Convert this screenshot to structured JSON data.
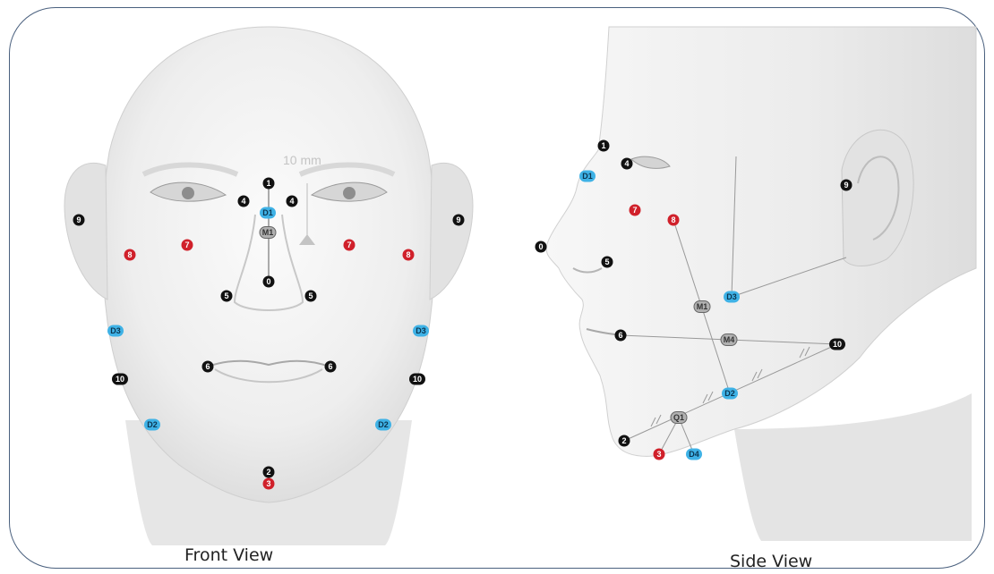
{
  "captions": {
    "front": "Front View",
    "side": "Side View"
  },
  "scale_label": "10 mm",
  "colors": {
    "anatomical": "#111111",
    "soft": "#d0202a",
    "distance": "#3fb2e6",
    "midpoint": "#b0b0b0",
    "frame": "#4a607e"
  },
  "front_landmarks": [
    {
      "label": "1",
      "kind": "anatomical"
    },
    {
      "label": "4",
      "kind": "anatomical"
    },
    {
      "label": "4",
      "kind": "anatomical"
    },
    {
      "label": "D1",
      "kind": "distance"
    },
    {
      "label": "M1",
      "kind": "midpoint"
    },
    {
      "label": "9",
      "kind": "anatomical"
    },
    {
      "label": "9",
      "kind": "anatomical"
    },
    {
      "label": "8",
      "kind": "soft"
    },
    {
      "label": "7",
      "kind": "soft"
    },
    {
      "label": "7",
      "kind": "soft"
    },
    {
      "label": "8",
      "kind": "soft"
    },
    {
      "label": "0",
      "kind": "anatomical"
    },
    {
      "label": "5",
      "kind": "anatomical"
    },
    {
      "label": "5",
      "kind": "anatomical"
    },
    {
      "label": "D3",
      "kind": "distance"
    },
    {
      "label": "D3",
      "kind": "distance"
    },
    {
      "label": "6",
      "kind": "anatomical"
    },
    {
      "label": "6",
      "kind": "anatomical"
    },
    {
      "label": "10",
      "kind": "anatomical"
    },
    {
      "label": "10",
      "kind": "anatomical"
    },
    {
      "label": "D2",
      "kind": "distance"
    },
    {
      "label": "D2",
      "kind": "distance"
    },
    {
      "label": "2",
      "kind": "anatomical"
    },
    {
      "label": "3",
      "kind": "soft"
    }
  ],
  "side_landmarks": [
    {
      "label": "1",
      "kind": "anatomical"
    },
    {
      "label": "4",
      "kind": "anatomical"
    },
    {
      "label": "D1",
      "kind": "distance"
    },
    {
      "label": "7",
      "kind": "soft"
    },
    {
      "label": "8",
      "kind": "soft"
    },
    {
      "label": "9",
      "kind": "anatomical"
    },
    {
      "label": "0",
      "kind": "anatomical"
    },
    {
      "label": "5",
      "kind": "anatomical"
    },
    {
      "label": "M1",
      "kind": "midpoint"
    },
    {
      "label": "D3",
      "kind": "distance"
    },
    {
      "label": "6",
      "kind": "anatomical"
    },
    {
      "label": "M4",
      "kind": "midpoint"
    },
    {
      "label": "10",
      "kind": "anatomical"
    },
    {
      "label": "D2",
      "kind": "distance"
    },
    {
      "label": "Q1",
      "kind": "midpoint"
    },
    {
      "label": "2",
      "kind": "anatomical"
    },
    {
      "label": "3",
      "kind": "soft"
    },
    {
      "label": "D4",
      "kind": "distance"
    }
  ]
}
